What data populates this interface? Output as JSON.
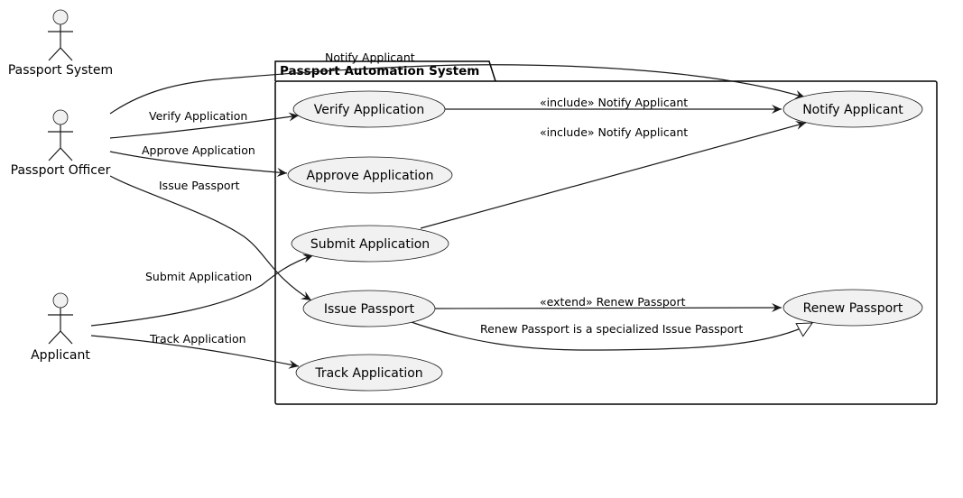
{
  "package": {
    "title": "Passport Automation System"
  },
  "actors": [
    {
      "id": "passport-system",
      "label": "Passport System"
    },
    {
      "id": "passport-officer",
      "label": "Passport Officer"
    },
    {
      "id": "applicant",
      "label": "Applicant"
    }
  ],
  "use_cases": [
    {
      "id": "verify-application",
      "label": "Verify Application"
    },
    {
      "id": "approve-application",
      "label": "Approve Application"
    },
    {
      "id": "submit-application",
      "label": "Submit Application"
    },
    {
      "id": "issue-passport",
      "label": "Issue Passport"
    },
    {
      "id": "track-application",
      "label": "Track Application"
    },
    {
      "id": "notify-applicant",
      "label": "Notify Applicant"
    },
    {
      "id": "renew-passport",
      "label": "Renew Passport"
    }
  ],
  "edges": [
    {
      "id": "officer-notify",
      "from": "Passport Officer",
      "to": "Notify Applicant",
      "label": "Notify Applicant"
    },
    {
      "id": "officer-verify",
      "from": "Passport Officer",
      "to": "Verify Application",
      "label": "Verify Application"
    },
    {
      "id": "officer-approve",
      "from": "Passport Officer",
      "to": "Approve Application",
      "label": "Approve Application"
    },
    {
      "id": "officer-issue",
      "from": "Passport Officer",
      "to": "Issue Passport",
      "label": "Issue Passport"
    },
    {
      "id": "applicant-submit",
      "from": "Applicant",
      "to": "Submit Application",
      "label": "Submit Application"
    },
    {
      "id": "applicant-track",
      "from": "Applicant",
      "to": "Track Application",
      "label": "Track Application"
    },
    {
      "id": "verify-include-notify",
      "from": "Verify Application",
      "to": "Notify Applicant",
      "label": "«include» Notify Applicant"
    },
    {
      "id": "submit-include-notify",
      "from": "Submit Application",
      "to": "Notify Applicant",
      "label": "«include» Notify Applicant"
    },
    {
      "id": "issue-extend-renew",
      "from": "Issue Passport",
      "to": "Renew Passport",
      "label": "«extend» Renew Passport"
    },
    {
      "id": "issue-generalize-renew",
      "from": "Issue Passport",
      "to": "Renew Passport",
      "label": "Renew Passport is a specialized Issue Passport"
    }
  ]
}
